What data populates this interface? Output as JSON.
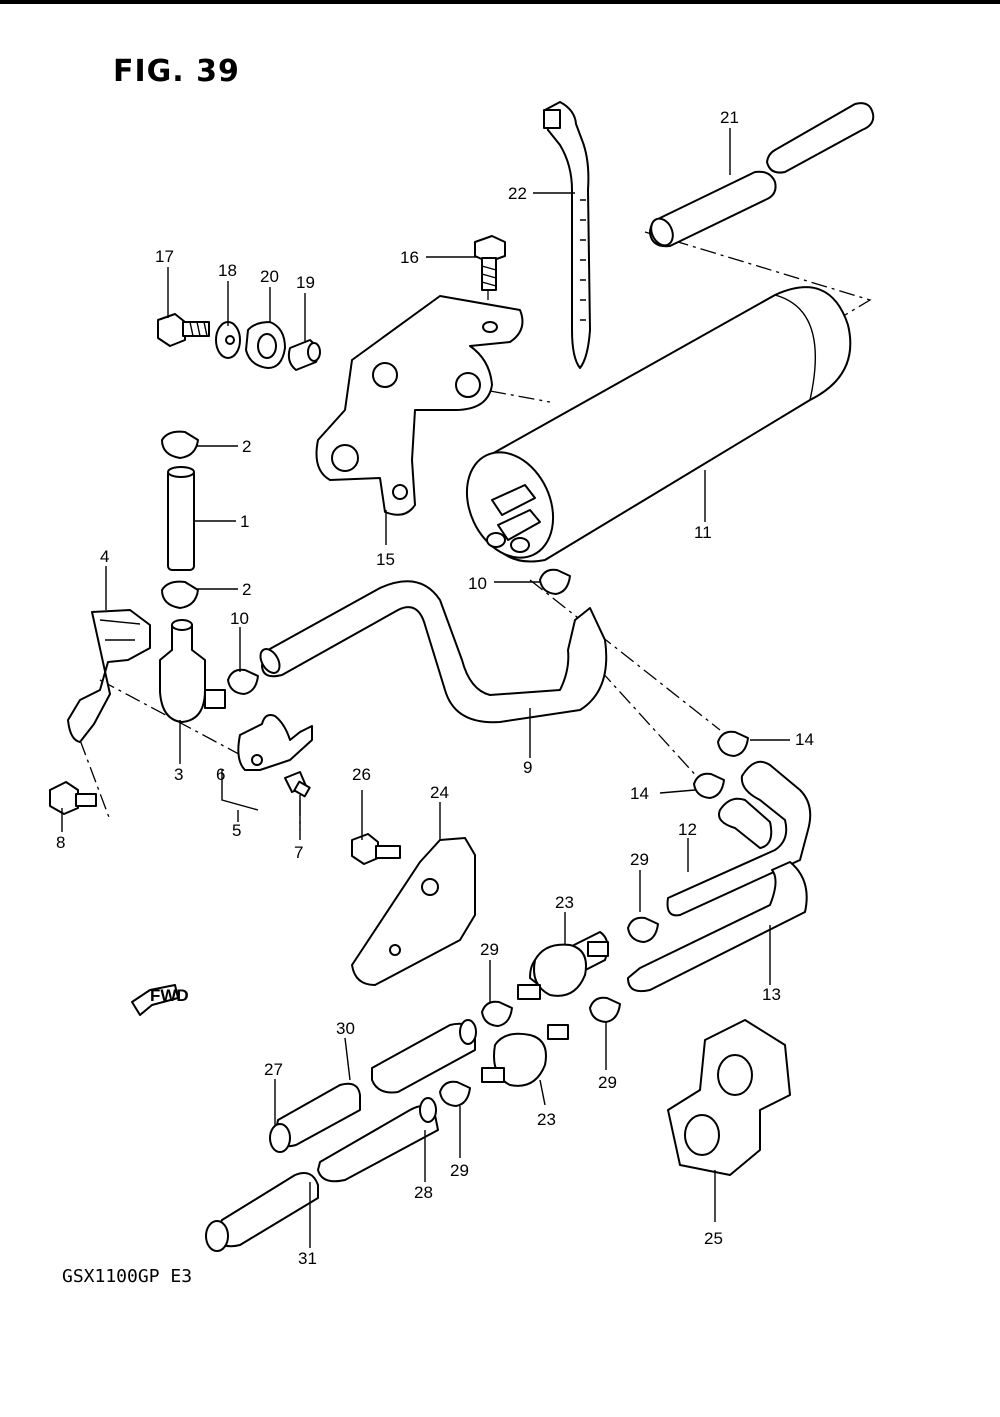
{
  "figure": {
    "title": "FIG. 39",
    "model_code": "GSX1100GP E3",
    "fwd_marker": "FWD"
  },
  "callouts": {
    "c1": "1",
    "c2a": "2",
    "c2b": "2",
    "c3": "3",
    "c4": "4",
    "c5": "5",
    "c6": "6",
    "c7": "7",
    "c8": "8",
    "c9": "9",
    "c10a": "10",
    "c10b": "10",
    "c11": "11",
    "c12": "12",
    "c13": "13",
    "c14a": "14",
    "c14b": "14",
    "c15": "15",
    "c16": "16",
    "c17": "17",
    "c18": "18",
    "c19": "19",
    "c20": "20",
    "c21": "21",
    "c22": "22",
    "c23a": "23",
    "c23b": "23",
    "c24": "24",
    "c25": "25",
    "c26": "26",
    "c27": "27",
    "c28": "28",
    "c29a": "29",
    "c29b": "29",
    "c29c": "29",
    "c29d": "29",
    "c30": "30",
    "c31": "31"
  }
}
